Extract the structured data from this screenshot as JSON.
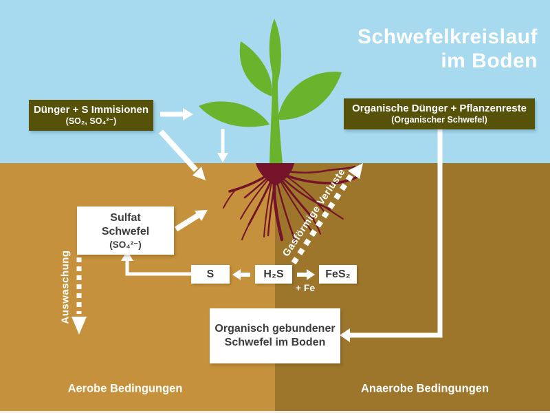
{
  "title": {
    "line1": "Schwefelkreislauf",
    "line2": "im Boden"
  },
  "colors": {
    "sky": "#a7daee",
    "soil_aerobic_left": "#c5913c",
    "soil_anaerobic_right": "#9d762c",
    "box_olive": "#56520a",
    "plant_green": "#6ab32d",
    "root_maroon": "#74132a",
    "box_text_dark": "#3c3c3c",
    "arrow_white": "#ffffff"
  },
  "boxes": {
    "fertilizer": {
      "line1": "Dünger + S Immisionen",
      "line2": "(SO₂, SO₄²⁻)"
    },
    "organic_fertilizer": {
      "line1": "Organische Dünger + Pflanzenreste",
      "line2": "(Organischer Schwefel)"
    },
    "sulfate": {
      "line1": "Sulfat",
      "line2": "Schwefel",
      "line3": "(SO₄²⁻)"
    },
    "elemental_sulfur": {
      "label": "S"
    },
    "hydrogen_sulfide": {
      "label": "H₂S"
    },
    "iron_sulfide": {
      "label": "FeS₂"
    },
    "organic_bound": {
      "line1": "Organisch gebundener",
      "line2": "Schwefel im Boden"
    }
  },
  "labels": {
    "leaching": "Auswaschung",
    "gaseous_losses": "Gasförmige Verluste",
    "plus_fe": "+ Fe",
    "aerobic": "Aerobe Bedingungen",
    "anaerobic": "Anaerobe Bedingungen"
  }
}
